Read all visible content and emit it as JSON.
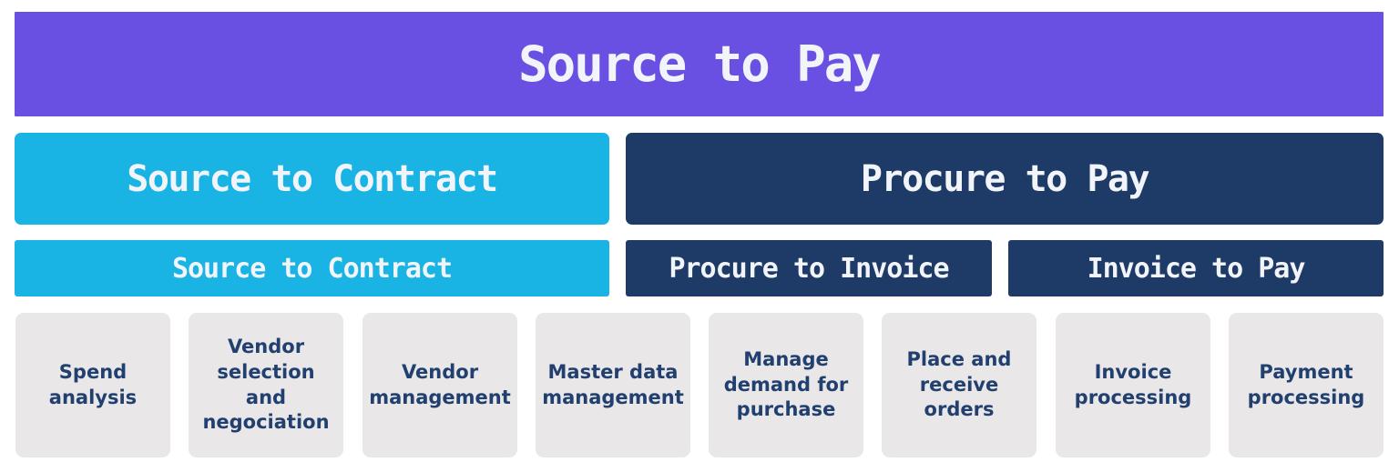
{
  "palette": {
    "purple": "#6A50E2",
    "cyan": "#19B3E4",
    "navy": "#1E3A67",
    "gray_box": "#E9E7E7",
    "light_text": "#F1F5F9",
    "dark_text": "#21406F",
    "background": "#FFFFFF"
  },
  "diagram": {
    "level1": {
      "label": "Source to Pay"
    },
    "level2": [
      {
        "label": "Source to Contract",
        "color": "#19B3E4"
      },
      {
        "label": "Procure to Pay",
        "color": "#1E3A67"
      }
    ],
    "level3": [
      {
        "label": "Source to Contract",
        "color": "#19B3E4"
      },
      {
        "label": "Procure to Invoice",
        "color": "#1E3A67"
      },
      {
        "label": "Invoice to Pay",
        "color": "#1E3A67"
      }
    ],
    "level4": [
      {
        "label": "Spend\nanalysis"
      },
      {
        "label": "Vendor\nselection and\nnegociation"
      },
      {
        "label": "Vendor\nmanagement"
      },
      {
        "label": "Master data\nmanagement"
      },
      {
        "label": "Manage\ndemand for\npurchase"
      },
      {
        "label": "Place and\nreceive\norders"
      },
      {
        "label": "Invoice\nprocessing"
      },
      {
        "label": "Payment\nprocessing"
      }
    ]
  }
}
